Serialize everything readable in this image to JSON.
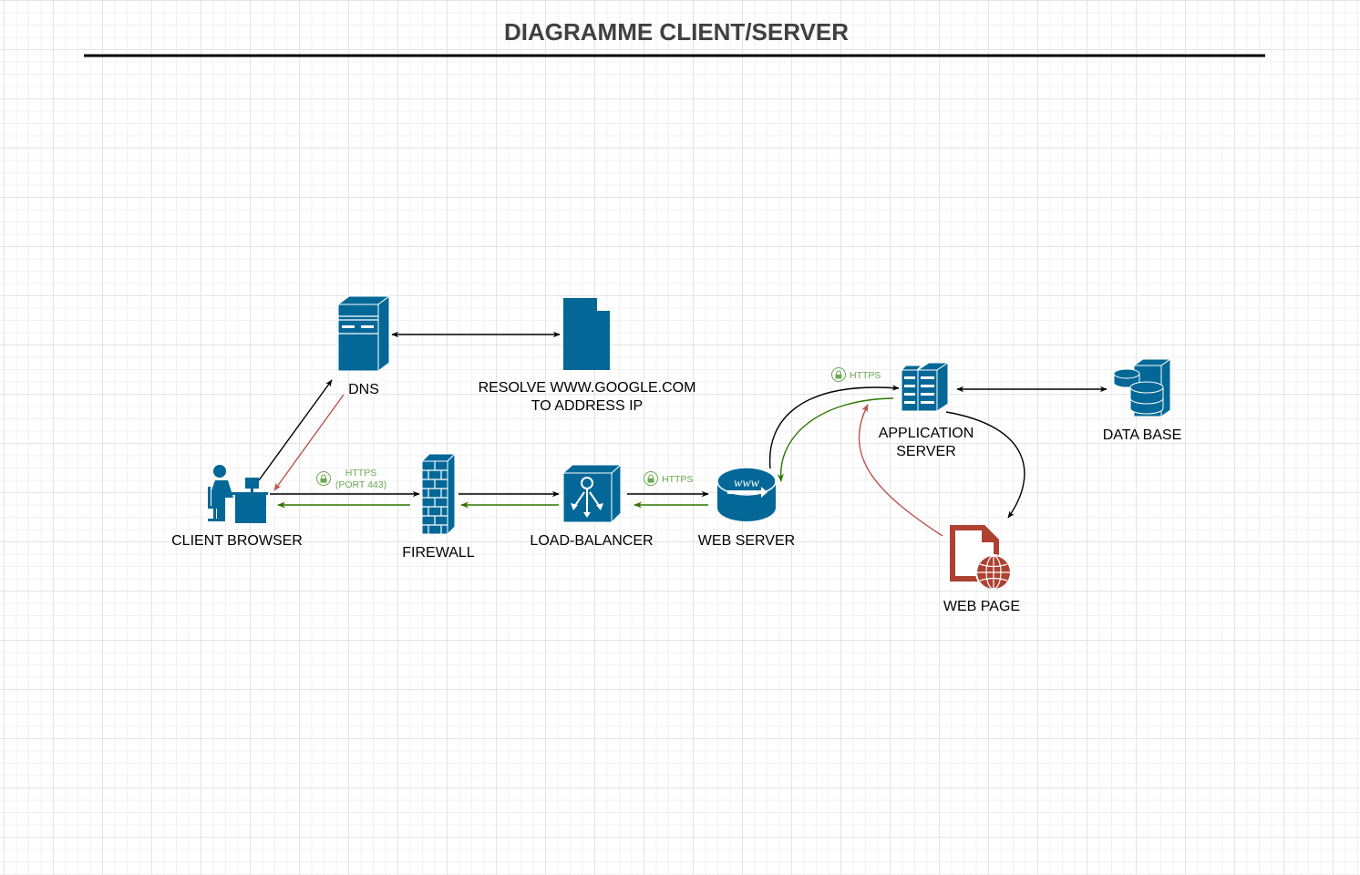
{
  "title": "DIAGRAMME CLIENT/SERVER",
  "nodes": {
    "client": {
      "label": "CLIENT BROWSER",
      "icon": "user-at-computer-icon"
    },
    "dns": {
      "label": "DNS",
      "icon": "server-tower-icon"
    },
    "resolve_doc": {
      "label_line1": "RESOLVE WWW.GOOGLE.COM",
      "label_line2": "TO ADDRESS IP",
      "icon": "document-icon"
    },
    "firewall": {
      "label": "FIREWALL",
      "icon": "firewall-icon"
    },
    "load_balancer": {
      "label": "LOAD-BALANCER",
      "icon": "load-balancer-icon"
    },
    "web_server": {
      "label": "WEB SERVER",
      "icon": "www-server-icon"
    },
    "app_server": {
      "label_line1": "APPLICATION",
      "label_line2": "SERVER",
      "icon": "application-server-icon"
    },
    "database": {
      "label": "DATA BASE",
      "icon": "database-icon"
    },
    "web_page": {
      "label": "WEB PAGE",
      "icon": "web-page-icon"
    }
  },
  "protocols": {
    "client_firewall_line1": "HTTPS",
    "client_firewall_line2": "(PORT 443)",
    "lb_web": "HTTPS",
    "web_app": "HTTPS"
  },
  "colors": {
    "icon": "#036897",
    "request_arrow": "#000000",
    "response_arrow": "#2d7600",
    "dns_reply_arrow": "#b85450",
    "web_page_icon": "#ae4132",
    "protocol_text": "#6aa84f",
    "title": "#404040"
  }
}
